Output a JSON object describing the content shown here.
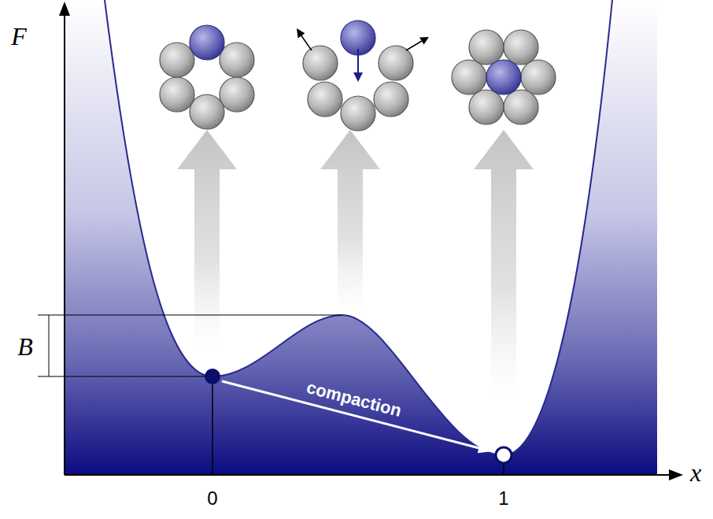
{
  "diagram": {
    "labels": [
      "F",
      "B",
      "compaction",
      "0",
      "1",
      "x"
    ]
  }
}
